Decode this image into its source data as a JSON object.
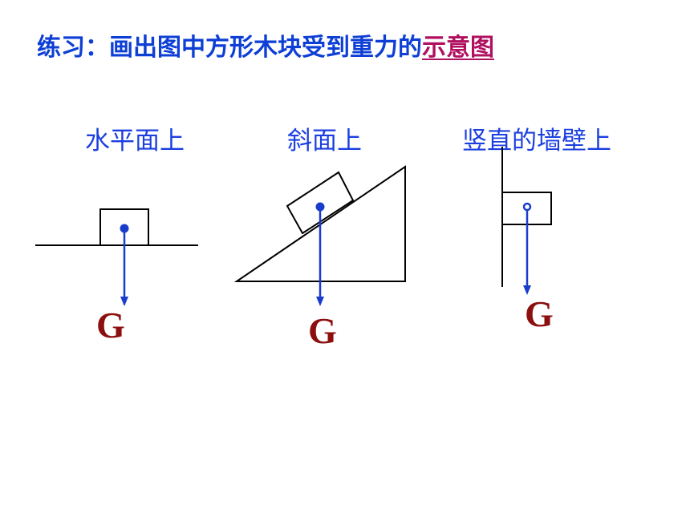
{
  "title": {
    "prefix": "练习：画出图中方形木块受到重力的",
    "link": "示意图"
  },
  "panels": [
    {
      "caption": "水平面上",
      "force_label": "G"
    },
    {
      "caption": "斜面上",
      "force_label": "G"
    },
    {
      "caption": "竖直的墙壁上",
      "force_label": "G"
    }
  ],
  "colors": {
    "title": "#0d3fd6",
    "link": "#b01060",
    "caption": "#1b3fe0",
    "arrow": "#1a3ccc",
    "force_label": "#8b0f0f",
    "outline": "#000000"
  }
}
